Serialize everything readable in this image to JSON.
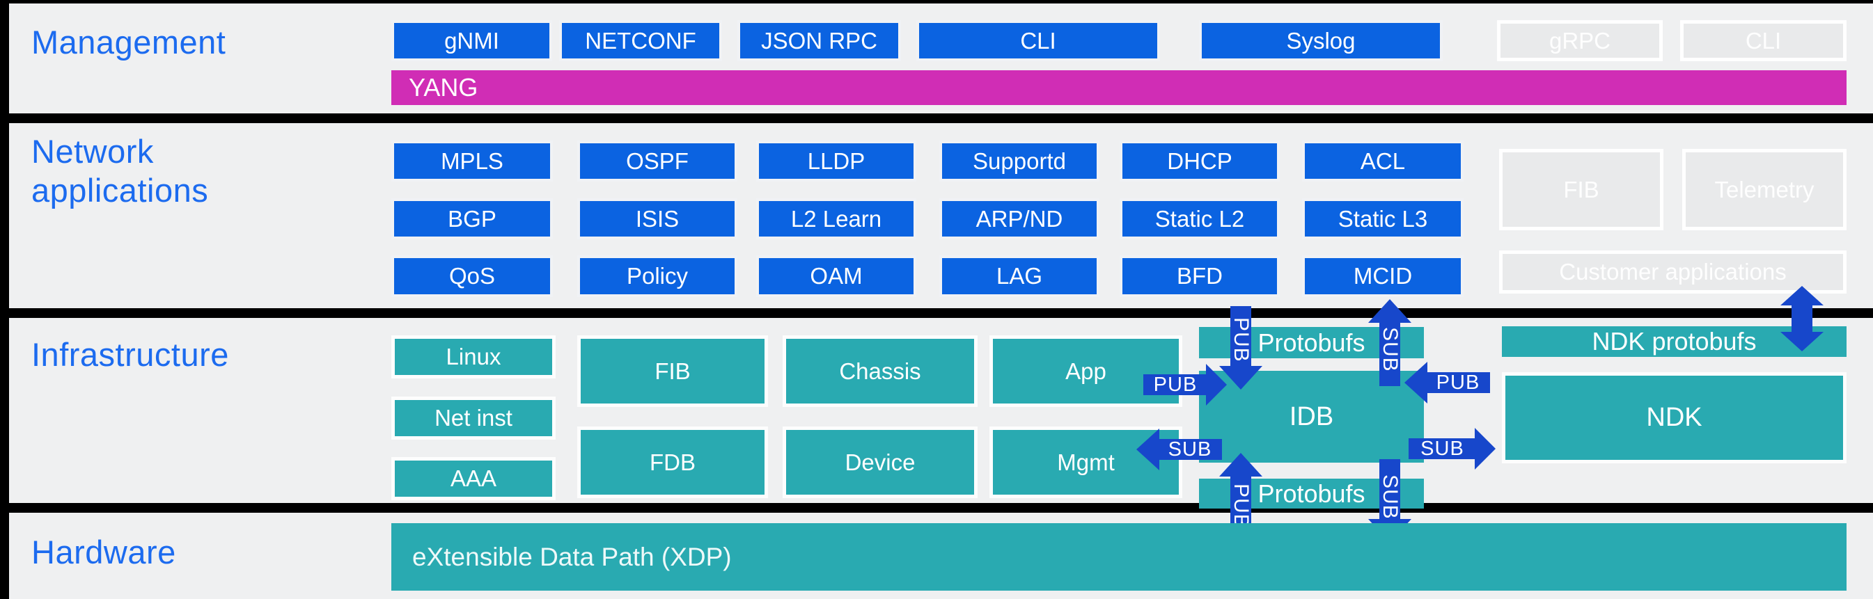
{
  "management": {
    "label": "Management",
    "buttons": [
      "gNMI",
      "NETCONF",
      "JSON RPC",
      "CLI",
      "Syslog"
    ],
    "disabled_buttons": [
      "gRPC",
      "CLI"
    ],
    "yang_label": "YANG"
  },
  "network_applications": {
    "label_lines": [
      "Network",
      "applications"
    ],
    "grid": [
      [
        "MPLS",
        "OSPF",
        "LLDP",
        "Supportd",
        "DHCP",
        "ACL"
      ],
      [
        "BGP",
        "ISIS",
        "L2 Learn",
        "ARP/ND",
        "Static L2",
        "Static L3"
      ],
      [
        "QoS",
        "Policy",
        "OAM",
        "LAG",
        "BFD",
        "MCID"
      ]
    ],
    "disabled_boxes": [
      "FIB",
      "Telemetry",
      "Customer applications"
    ]
  },
  "infrastructure": {
    "label": "Infrastructure",
    "os_boxes": [
      "Linux",
      "Net inst",
      "AAA"
    ],
    "table_boxes_top": [
      "FIB",
      "Chassis",
      "App"
    ],
    "table_boxes_bottom": [
      "FDB",
      "Device",
      "Mgmt"
    ],
    "protobufs_top": "Protobufs",
    "protobufs_bottom": "Protobufs",
    "idb": "IDB",
    "ndk_protobufs": "NDK protobufs",
    "ndk": "NDK",
    "arrow_labels": {
      "pub": "PUB",
      "sub": "SUB"
    }
  },
  "hardware": {
    "label": "Hardware",
    "xdp_label": "eXtensible Data Path (XDP)"
  },
  "colors": {
    "background": "#eff0f1",
    "button_blue": "#0b63e1",
    "teal": "#29aab1",
    "magenta": "#d02db5",
    "arrow_blue": "#1747cb",
    "section_label_blue": "#1c6bef",
    "divider_black": "#000000",
    "disabled_gray": "#e9eaeb"
  }
}
